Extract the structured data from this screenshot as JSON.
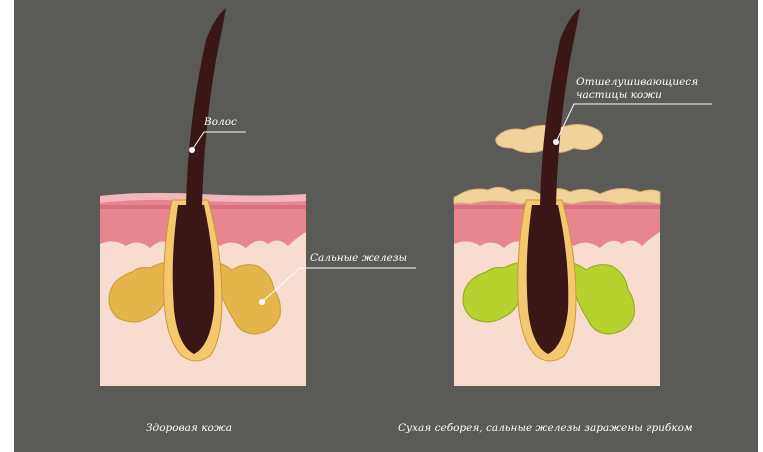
{
  "labels": {
    "hair": "Волос",
    "sebaceous_glands": "Сальные железы",
    "flaking_particles_line1": "Отшелушивающиеся",
    "flaking_particles_line2": "частицы кожи"
  },
  "captions": {
    "healthy": "Здоровая кожа",
    "affected": "Сухая себорея, сальные железы заражены грибком"
  },
  "colors": {
    "background": "#5a5a57",
    "skin_base": "#f8dcd0",
    "epidermis": "#e8868f",
    "hair": "#3a1616",
    "healthy_gland": "#e3b54a",
    "infected_gland": "#b7d12e",
    "flakes": "#f0d29a"
  }
}
